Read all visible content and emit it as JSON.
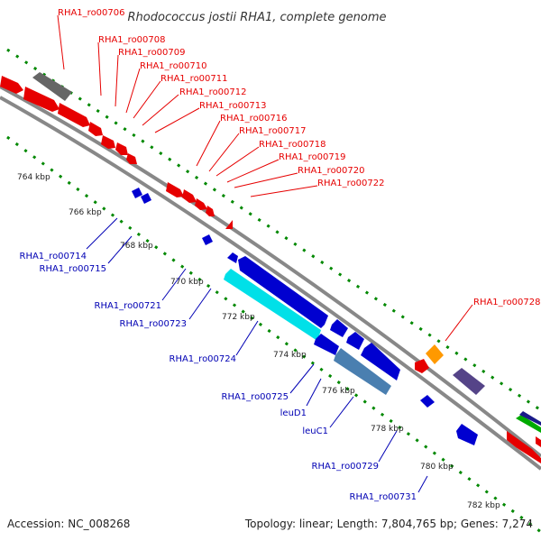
{
  "title": "Rhodococcus jostii RHA1, complete genome",
  "footer": {
    "accession": "Accession: NC_008268",
    "topology": "Topology: linear; Length: 7,804,765 bp; Genes: 7,274"
  },
  "ticks": [
    "764 kbp",
    "766 kbp",
    "768 kbp",
    "770 kbp",
    "772 kbp",
    "774 kbp",
    "776 kbp",
    "778 kbp",
    "780 kbp",
    "782 kbp"
  ],
  "genes_forward": [
    "RHA1_ro00706",
    "RHA1_ro00708",
    "RHA1_ro00709",
    "RHA1_ro00710",
    "RHA1_ro00711",
    "RHA1_ro00712",
    "RHA1_ro00713",
    "RHA1_ro00716",
    "RHA1_ro00717",
    "RHA1_ro00718",
    "RHA1_ro00719",
    "RHA1_ro00720",
    "RHA1_ro00722",
    "RHA1_ro00728"
  ],
  "genes_reverse": [
    "RHA1_ro00714",
    "RHA1_ro00715",
    "RHA1_ro00721",
    "RHA1_ro00723",
    "RHA1_ro00724",
    "RHA1_ro00725",
    "leuD1",
    "leuC1",
    "RHA1_ro00729",
    "RHA1_ro00731"
  ],
  "colors": {
    "forward": "#e60000",
    "reverse": "#0000d0",
    "cyan": "#00e0e8",
    "steel": "#4a7fb0",
    "gray": "#666666",
    "orange": "#ff9900",
    "purple": "#554488",
    "green": "#00aa00",
    "backbone": "#888888",
    "tick_dots": "#008800"
  }
}
